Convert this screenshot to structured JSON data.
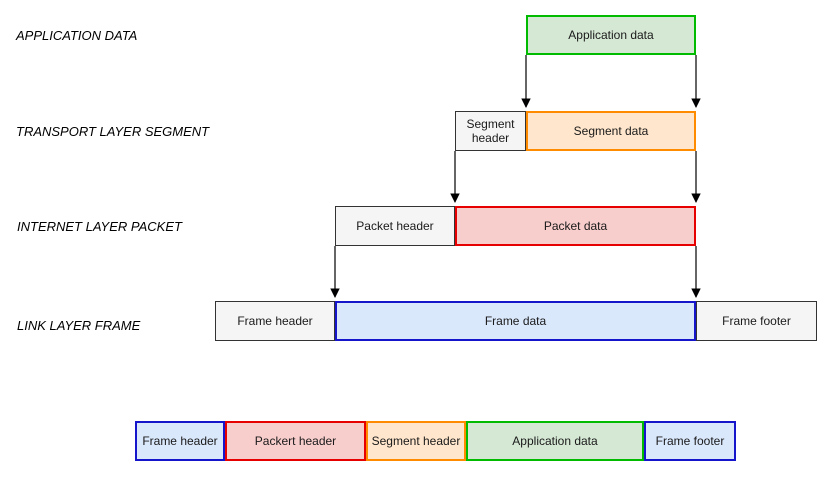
{
  "palette": {
    "green_fill": "#d5e8d4",
    "green_border": "#00bb00",
    "orange_fill": "#ffe6cc",
    "orange_border": "#ff8c00",
    "red_fill": "#f8cecc",
    "red_border": "#e60000",
    "blue_fill": "#dae8fc",
    "blue_border": "#1515cc",
    "gray_fill": "#f5f5f5",
    "gray_border": "#333333"
  },
  "layer_labels": {
    "application": "APPLICATION DATA",
    "transport": "TRANSPORT LAYER SEGMENT",
    "internet": "INTERNET LAYER PACKET",
    "link": "LINK LAYER FRAME"
  },
  "boxes": {
    "application_data": "Application data",
    "segment_header": "Segment header",
    "segment_data": "Segment data",
    "packet_header": "Packet header",
    "packet_data": "Packet data",
    "frame_header": "Frame header",
    "frame_data": "Frame data",
    "frame_footer": "Frame footer"
  },
  "assembled_frame": {
    "frame_header": "Frame header",
    "packet_header": "Packert header",
    "segment_header": "Segment header",
    "application_data": "Application data",
    "frame_footer": "Frame footer"
  }
}
